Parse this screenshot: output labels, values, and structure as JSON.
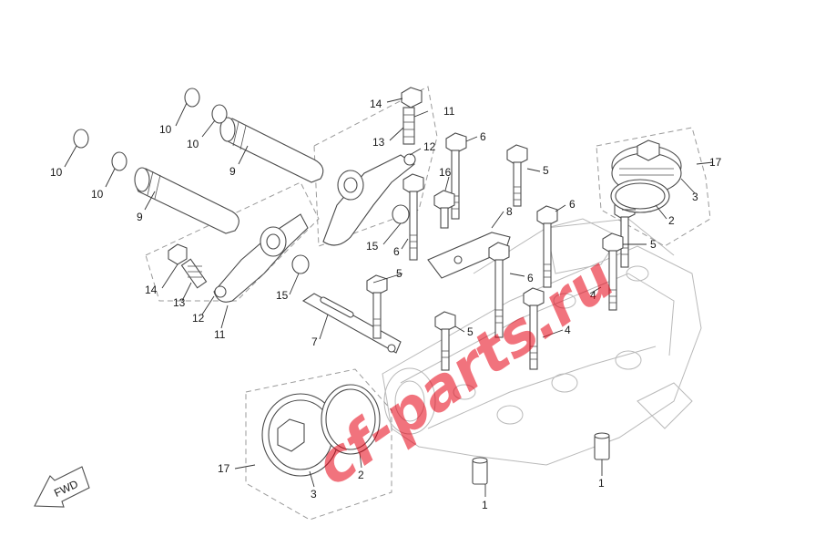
{
  "watermark": "cf-parts.ru",
  "fwd_label": "FWD",
  "callouts": [
    "1",
    "2",
    "3",
    "4",
    "5",
    "6",
    "7",
    "8",
    "9",
    "10",
    "11",
    "12",
    "13",
    "14",
    "15",
    "16",
    "17"
  ]
}
